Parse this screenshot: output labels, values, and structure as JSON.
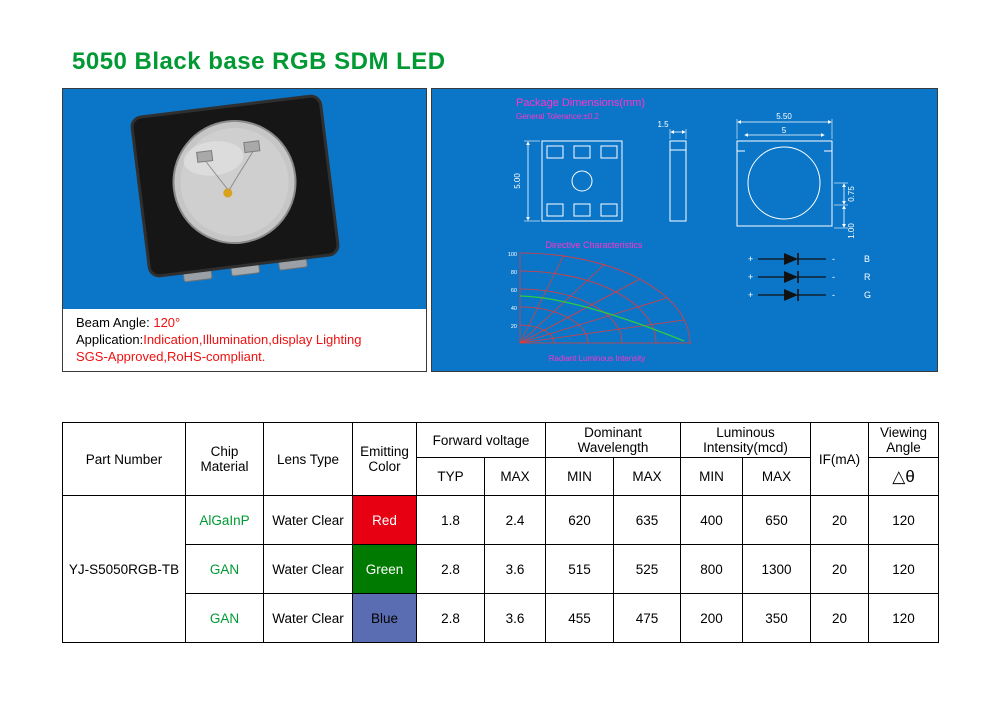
{
  "colors": {
    "title_green": "#009933",
    "panel_blue": "#0b76c8",
    "accent_red": "#ee1111",
    "drawing_magenta": "#ff33cc",
    "cell_red": "#e60012",
    "cell_green": "#007a00",
    "cell_blue": "#5a6cb2"
  },
  "page": {
    "title": "5050 Black base RGB SDM LED"
  },
  "photo": {
    "beam_angle_label": "Beam Angle:",
    "beam_angle_value": "120°",
    "application_label": "Application:",
    "application_value": "Indication,Illumination,display Lighting",
    "compliance": "SGS-Approved,RoHS-compliant."
  },
  "drawing": {
    "title": "Package Dimensions(mm)",
    "tolerance": "General Tolerance:±0.2",
    "dims": {
      "plan_side": "5.00",
      "thickness": "1.5",
      "front_width": "5.50",
      "front_inner_width": "5",
      "lens_height": "0.75",
      "body_height": "1.00"
    },
    "directivity_title": "Directive Characteristics",
    "radiant_label": "Radiant Luminous Intensity",
    "polar_ticks": [
      "100",
      "80",
      "60",
      "40",
      "20"
    ],
    "circuit": {
      "rows": [
        {
          "plus": "+",
          "minus": "-",
          "label": "B"
        },
        {
          "plus": "+",
          "minus": "-",
          "label": "R"
        },
        {
          "plus": "+",
          "minus": "-",
          "label": "G"
        }
      ]
    }
  },
  "table": {
    "headers": {
      "part_number": "Part Number",
      "chip_material": "Chip Material",
      "lens_type": "Lens Type",
      "emitting_color": "Emitting Color",
      "forward_voltage": "Forward voltage",
      "dominant_wavelength": "Dominant Wavelength",
      "luminous_intensity": "Luminous Intensity(mcd)",
      "if_ma": "IF(mA)",
      "viewing_angle": "Viewing Angle",
      "viewing_angle_symbol": "△θ",
      "typ": "TYP",
      "max": "MAX",
      "min": "MIN"
    },
    "part_number_value": "YJ-S5050RGB-TB",
    "rows": [
      {
        "chip": "AlGaInP",
        "lens": "Water Clear",
        "color": "Red",
        "vf_typ": "1.8",
        "vf_max": "2.4",
        "wl_min": "620",
        "wl_max": "635",
        "li_min": "400",
        "li_max": "650",
        "if_ma": "20",
        "angle": "120"
      },
      {
        "chip": "GAN",
        "lens": "Water Clear",
        "color": "Green",
        "vf_typ": "2.8",
        "vf_max": "3.6",
        "wl_min": "515",
        "wl_max": "525",
        "li_min": "800",
        "li_max": "1300",
        "if_ma": "20",
        "angle": "120"
      },
      {
        "chip": "GAN",
        "lens": "Water Clear",
        "color": "Blue",
        "vf_typ": "2.8",
        "vf_max": "3.6",
        "wl_min": "455",
        "wl_max": "475",
        "li_min": "200",
        "li_max": "350",
        "if_ma": "20",
        "angle": "120"
      }
    ]
  }
}
